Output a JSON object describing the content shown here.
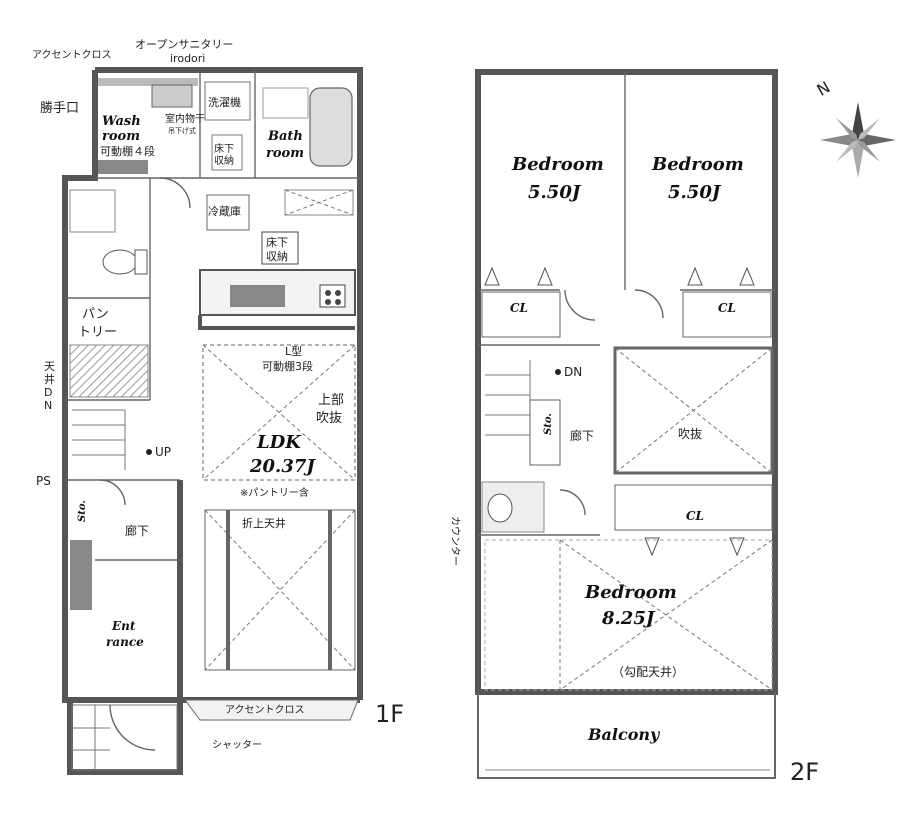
{
  "floor1": {
    "label": "1F",
    "accent_cross_top": "アクセントクロス",
    "open_sanitary": "オープンサニタリー",
    "irodori": "irodori",
    "kitchen_door": "勝手口",
    "wash_room": [
      "Wash",
      "room"
    ],
    "movable_shelf_4": "可動棚４段",
    "laundry_machine": "洗濯機",
    "indoor_drying": "室内物干",
    "hanging_type": "吊下げ式",
    "underfloor_storage_small": [
      "床下",
      "収納"
    ],
    "bath_room": [
      "Bath",
      "room"
    ],
    "fridge": "冷蔵庫",
    "underfloor_storage": [
      "床下",
      "収納"
    ],
    "pantry": [
      "パン",
      "トリー"
    ],
    "ceiling_dn": [
      "天",
      "井",
      "D",
      "N"
    ],
    "l_shape": "L型",
    "movable_shelf_3": "可動棚3段",
    "upper_void": [
      "上部",
      "吹抜"
    ],
    "ldk_name": "LDK",
    "ldk_size": "20.37J",
    "includes_pantry": "※パントリー含",
    "up": "UP",
    "ps": "PS",
    "sto": "Sto.",
    "hallway": "廊下",
    "folded_ceiling": "折上天井",
    "entrance": [
      "Ent",
      "rance"
    ],
    "accent_cross_bottom": "アクセントクロス",
    "shutter": "シャッター"
  },
  "floor2": {
    "label": "2F",
    "bedroom_left": {
      "name": "Bedroom",
      "size": "5.50J"
    },
    "bedroom_right": {
      "name": "Bedroom",
      "size": "5.50J"
    },
    "cl": "CL",
    "dn": "DN",
    "sto": "Sto.",
    "hallway": "廊下",
    "void": "吹抜",
    "counter": "カウンター",
    "bedroom_main": {
      "name": "Bedroom",
      "size": "8.25J"
    },
    "sloped_ceiling": "（勾配天井）",
    "balcony": "Balcony"
  },
  "compass": {
    "north": "N"
  }
}
